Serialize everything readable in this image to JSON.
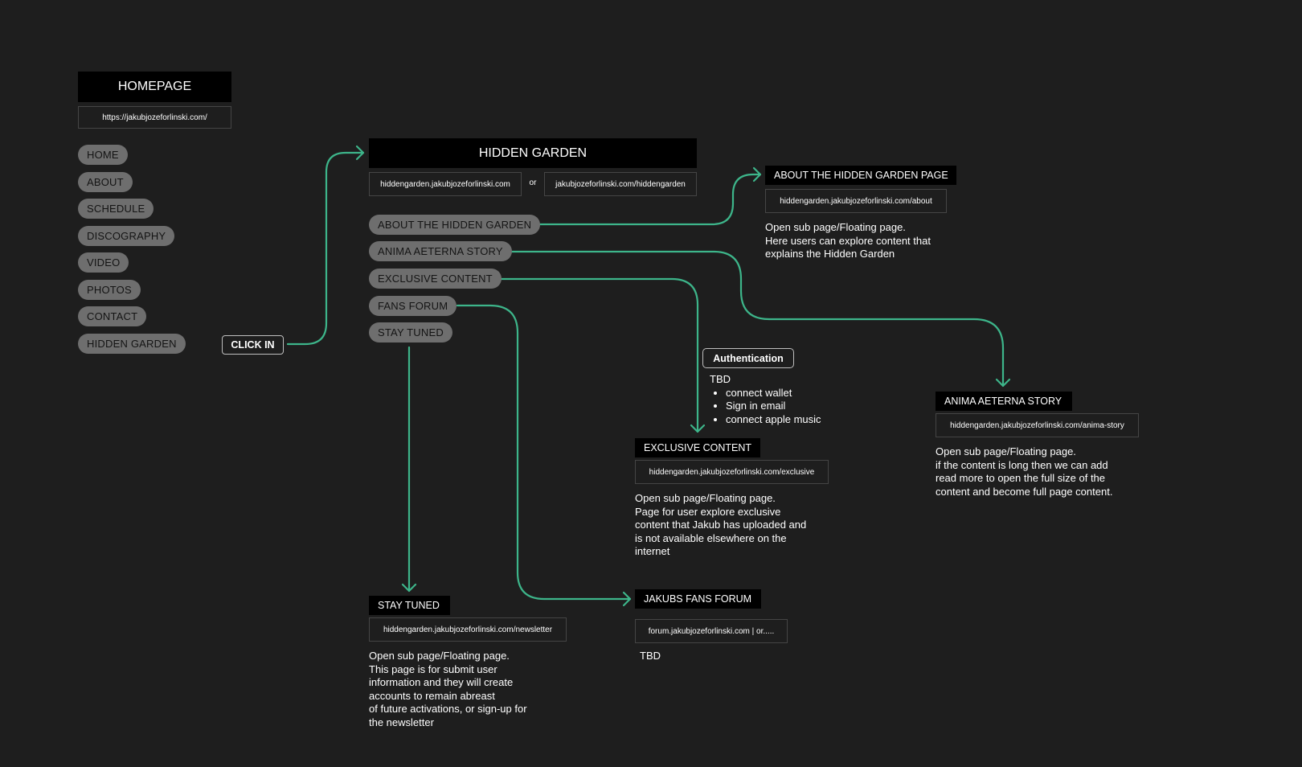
{
  "colors": {
    "background": "#1e1e1e",
    "connector": "#3db58a",
    "pill": "#6e6e6e",
    "title_bg": "#000000"
  },
  "homepage": {
    "title": "HOMEPAGE",
    "url": "https://jakubjozeforlinski.com/",
    "nav": [
      "HOME",
      "ABOUT",
      "SCHEDULE",
      "DISCOGRAPHY",
      "VIDEO",
      "PHOTOS",
      "CONTACT",
      "HIDDEN GARDEN"
    ]
  },
  "click_in": "CLICK IN",
  "hidden_garden": {
    "title": "HIDDEN GARDEN",
    "url_primary": "hiddengarden.jakubjozeforlinski.com",
    "or": "or",
    "url_alt": "jakubjozeforlinski.com/hiddengarden",
    "menu": [
      "ABOUT THE HIDDEN GARDEN",
      "ANIMA AETERNA STORY",
      "EXCLUSIVE CONTENT",
      "FANS FORUM",
      "STAY TUNED"
    ]
  },
  "about_page": {
    "title": "ABOUT THE HIDDEN GARDEN PAGE",
    "url": "hiddengarden.jakubjozeforlinski.com/about",
    "description": "Open sub page/Floating page.\nHere users can explore content that\nexplains the Hidden Garden"
  },
  "authentication": {
    "label": "Authentication",
    "status": "TBD",
    "options": [
      "connect wallet",
      "Sign in email",
      "connect apple music"
    ]
  },
  "exclusive_page": {
    "title": "EXCLUSIVE CONTENT",
    "url": "hiddengarden.jakubjozeforlinski.com/exclusive",
    "description": "Open sub page/Floating page.\nPage for user explore exclusive\ncontent that Jakub has uploaded and\nis not available elsewhere on the\ninternet"
  },
  "anima_page": {
    "title": "ANIMA AETERNA STORY",
    "url": "hiddengarden.jakubjozeforlinski.com/anima-story",
    "description": "Open sub page/Floating page.\nif the content is long then we can add\nread more to open the full size of the\ncontent and become full page content."
  },
  "stay_tuned_page": {
    "title": "STAY TUNED",
    "url": "hiddengarden.jakubjozeforlinski.com/newsletter",
    "description": "Open sub page/Floating page.\nThis page is for submit user\ninformation and they will create\naccounts to remain abreast\nof future activations, or sign-up for\nthe newsletter"
  },
  "forum_page": {
    "title": "JAKUBS FANS FORUM",
    "url": "forum.jakubjozeforlinski.com | or.....",
    "description": "TBD"
  }
}
